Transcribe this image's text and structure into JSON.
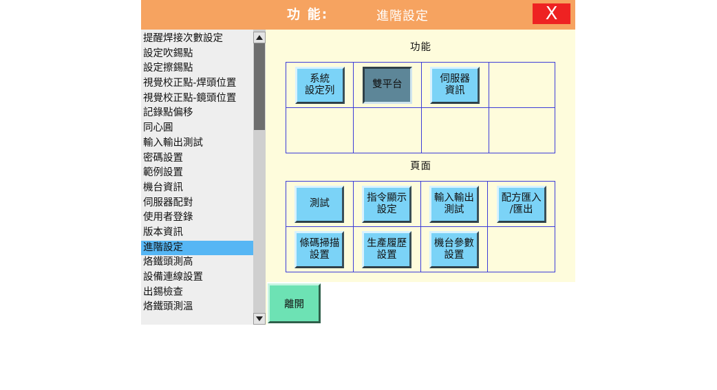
{
  "title": {
    "function_label": "功 能:",
    "screen_name": "進階設定",
    "close_label": "X"
  },
  "menu": {
    "items": [
      "提醒焊接次數設定",
      "設定吹錫點",
      "設定擦錫點",
      "視覺校正點-焊頭位置",
      "視覺校正點-鏡頭位置",
      "記錄點偏移",
      "同心圓",
      "輸入輸出測試",
      "密碼設置",
      "範例設置",
      "機台資訊",
      "伺服器配對",
      "使用者登錄",
      "版本資訊",
      "進階設定",
      "烙鐵頭測高",
      "設備連線設置",
      "出錫檢查",
      "烙鐵頭測溫"
    ],
    "selected": "進階設定"
  },
  "function_section": {
    "title": "功能",
    "buttons": [
      "系統\n設定列",
      "雙平台",
      "伺服器\n資訊"
    ],
    "pressed": "雙平台"
  },
  "page_section": {
    "title": "頁面",
    "buttons": [
      "測試",
      "指令顯示\n設定",
      "輸入輸出\n測試",
      "配方匯入\n/匯出",
      "條碼掃描\n設置",
      "生產履歷\n設置",
      "機台參數\n設置"
    ]
  },
  "exit_label": "離開",
  "colors": {
    "titlebar": "#f6a360",
    "close": "#ee2222",
    "button": "#7bd3f7",
    "selected": "#56b6f4",
    "exit": "#6de2b4"
  }
}
